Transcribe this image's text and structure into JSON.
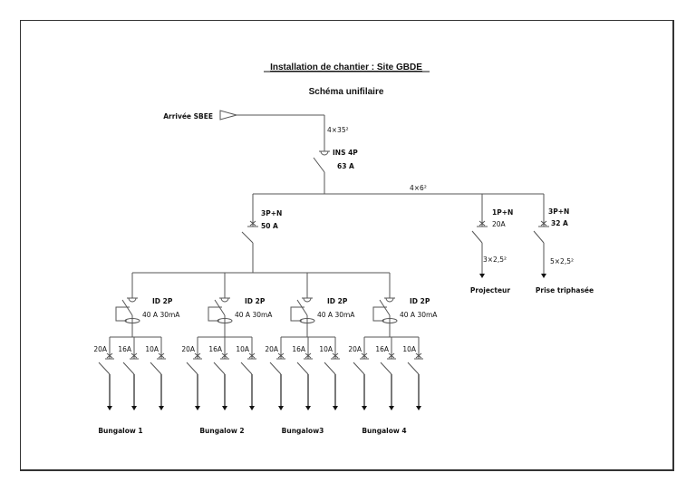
{
  "diagram": {
    "title": "Installation de chantier : Site GBDE",
    "subtitle": "Schéma unifilaire",
    "source": {
      "label": "Arrivée SBEE",
      "cable": "4×35²"
    },
    "main_switch": {
      "type": "INS 4P",
      "rating": "63 A"
    },
    "main_bus_cable": "4×6²",
    "feeders": {
      "bungalow_breaker": {
        "type": "3P+N",
        "rating": "50 A"
      },
      "projecteur": {
        "type": "1P+N",
        "rating": "20A",
        "cable": "3×2,5²",
        "label": "Projecteur"
      },
      "prise": {
        "type": "3P+N",
        "rating": "32 A",
        "cable": "5×2,5²",
        "label": "Prise triphasée"
      }
    },
    "bungalows": [
      {
        "label": "Bungalow 1",
        "rcd_type": "ID 2P",
        "rcd_rating": "40 A 30mA",
        "circuits": [
          "20A",
          "16A",
          "10A"
        ]
      },
      {
        "label": "Bungalow 2",
        "rcd_type": "ID 2P",
        "rcd_rating": "40 A 30mA",
        "circuits": [
          "20A",
          "16A",
          "10A"
        ]
      },
      {
        "label": "Bungalow3",
        "rcd_type": "ID 2P",
        "rcd_rating": "40 A 30mA",
        "circuits": [
          "20A",
          "16A",
          "10A"
        ]
      },
      {
        "label": "Bungalow 4",
        "rcd_type": "ID 2P",
        "rcd_rating": "40 A 30mA",
        "circuits": [
          "20A",
          "16A",
          "10A"
        ]
      }
    ]
  }
}
